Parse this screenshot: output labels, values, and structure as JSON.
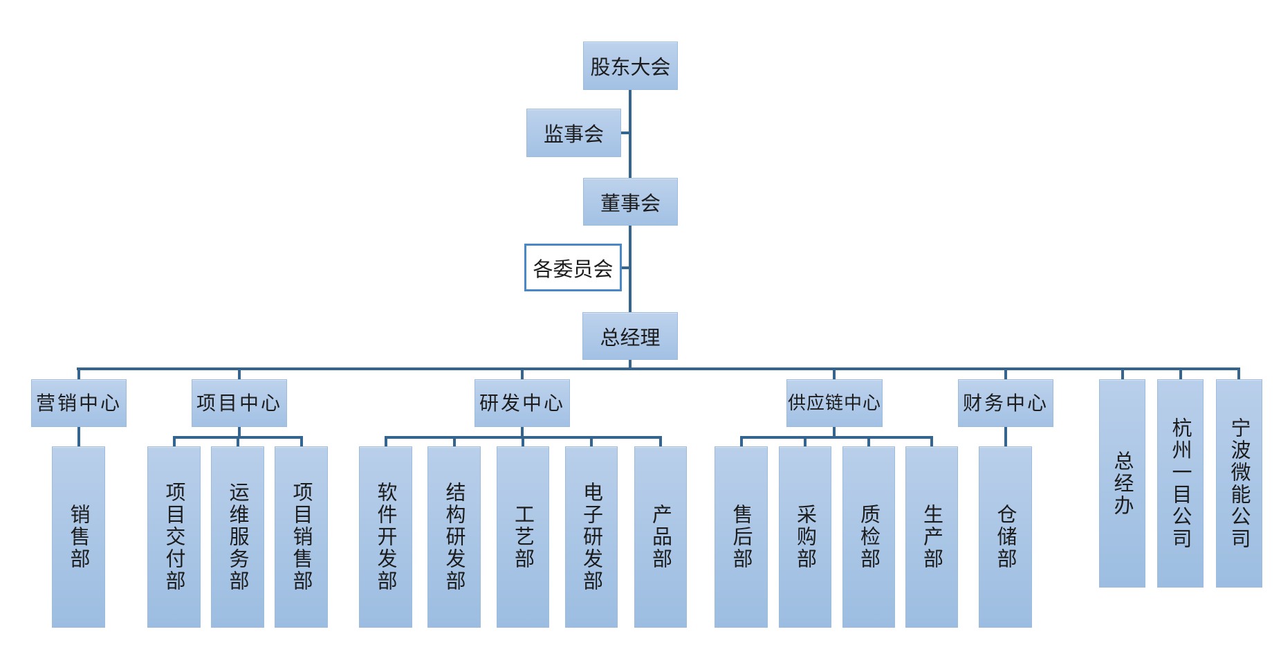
{
  "diagram": {
    "type": "org-chart",
    "colors": {
      "connector": "#35648e",
      "node_fill_top": "#bdd2ec",
      "node_fill_bottom": "#a3c1e4",
      "tall_fill_top": "#b9cfea",
      "tall_fill_bottom": "#9cbde1",
      "committee_border": "#4a87c6",
      "text": "#1c1c1c",
      "background": "#ffffff"
    },
    "governance": {
      "shareholders": "股东大会",
      "supervisory": "监事会",
      "board": "董事会",
      "committees": "各委员会",
      "general_manager": "总经理"
    },
    "centers": [
      {
        "label": "营销中心",
        "departments": [
          {
            "label": "销售部"
          }
        ]
      },
      {
        "label": "项目中心",
        "departments": [
          {
            "label": "项目交付部"
          },
          {
            "label": "运维服务部"
          },
          {
            "label": "项目销售部"
          }
        ]
      },
      {
        "label": "研发中心",
        "departments": [
          {
            "label": "软件开发部"
          },
          {
            "label": "结构研发部"
          },
          {
            "label": "工艺部"
          },
          {
            "label": "电子研发部"
          },
          {
            "label": "产品部"
          }
        ]
      },
      {
        "label": "供应链中心",
        "departments": [
          {
            "label": "售后部"
          },
          {
            "label": "采购部"
          },
          {
            "label": "质检部"
          },
          {
            "label": "生产部"
          }
        ]
      },
      {
        "label": "财务中心",
        "departments": [
          {
            "label": "仓储部"
          }
        ]
      }
    ],
    "direct_units": [
      {
        "label": "总经办"
      },
      {
        "label": "杭州一目公司"
      },
      {
        "label": "宁波微能公司"
      }
    ]
  }
}
